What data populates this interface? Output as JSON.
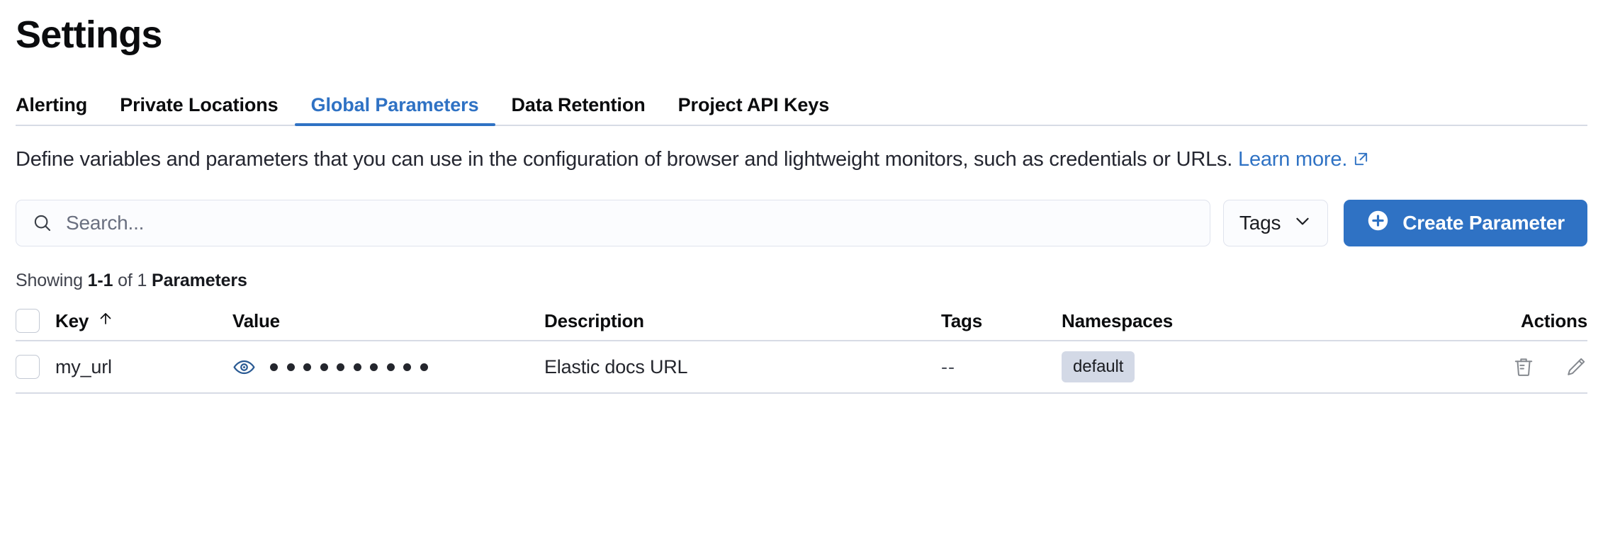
{
  "page": {
    "title": "Settings"
  },
  "tabs": [
    {
      "label": "Alerting",
      "active": false
    },
    {
      "label": "Private Locations",
      "active": false
    },
    {
      "label": "Global Parameters",
      "active": true
    },
    {
      "label": "Data Retention",
      "active": false
    },
    {
      "label": "Project API Keys",
      "active": false
    }
  ],
  "description": {
    "text": "Define variables and parameters that you can use in the configuration of browser and lightweight monitors, such as credentials or URLs. ",
    "link_label": "Learn more.",
    "link_icon": "external-link-icon"
  },
  "controls": {
    "search": {
      "icon": "search-icon",
      "placeholder": "Search...",
      "value": ""
    },
    "tags_filter": {
      "label": "Tags",
      "icon": "chevron-down-icon"
    },
    "create_button": {
      "label": "Create Parameter",
      "icon": "plus-circle-icon"
    }
  },
  "results_summary": {
    "prefix": "Showing ",
    "range": "1-1",
    "middle": " of 1 ",
    "unit": "Parameters"
  },
  "table": {
    "select_all_checkbox": "unchecked",
    "columns": [
      {
        "label": "Key",
        "sort": "asc",
        "sort_icon": "arrow-up-icon"
      },
      {
        "label": "Value"
      },
      {
        "label": "Description"
      },
      {
        "label": "Tags"
      },
      {
        "label": "Namespaces"
      },
      {
        "label": "Actions"
      }
    ],
    "rows": [
      {
        "selected": false,
        "key": "my_url",
        "value_icon": "eye-icon",
        "value_masked_dots": 10,
        "description": "Elastic docs URL",
        "tags": "--",
        "namespaces": [
          "default"
        ],
        "actions": [
          {
            "name": "delete-icon",
            "label": "Delete"
          },
          {
            "name": "edit-icon",
            "label": "Edit"
          }
        ]
      }
    ]
  },
  "colors": {
    "accent": "#2f72c4",
    "text": "#0b0c0e",
    "border": "#d7dbe5",
    "badge_bg": "#d3d9e6",
    "icon_gray": "#85898f"
  }
}
